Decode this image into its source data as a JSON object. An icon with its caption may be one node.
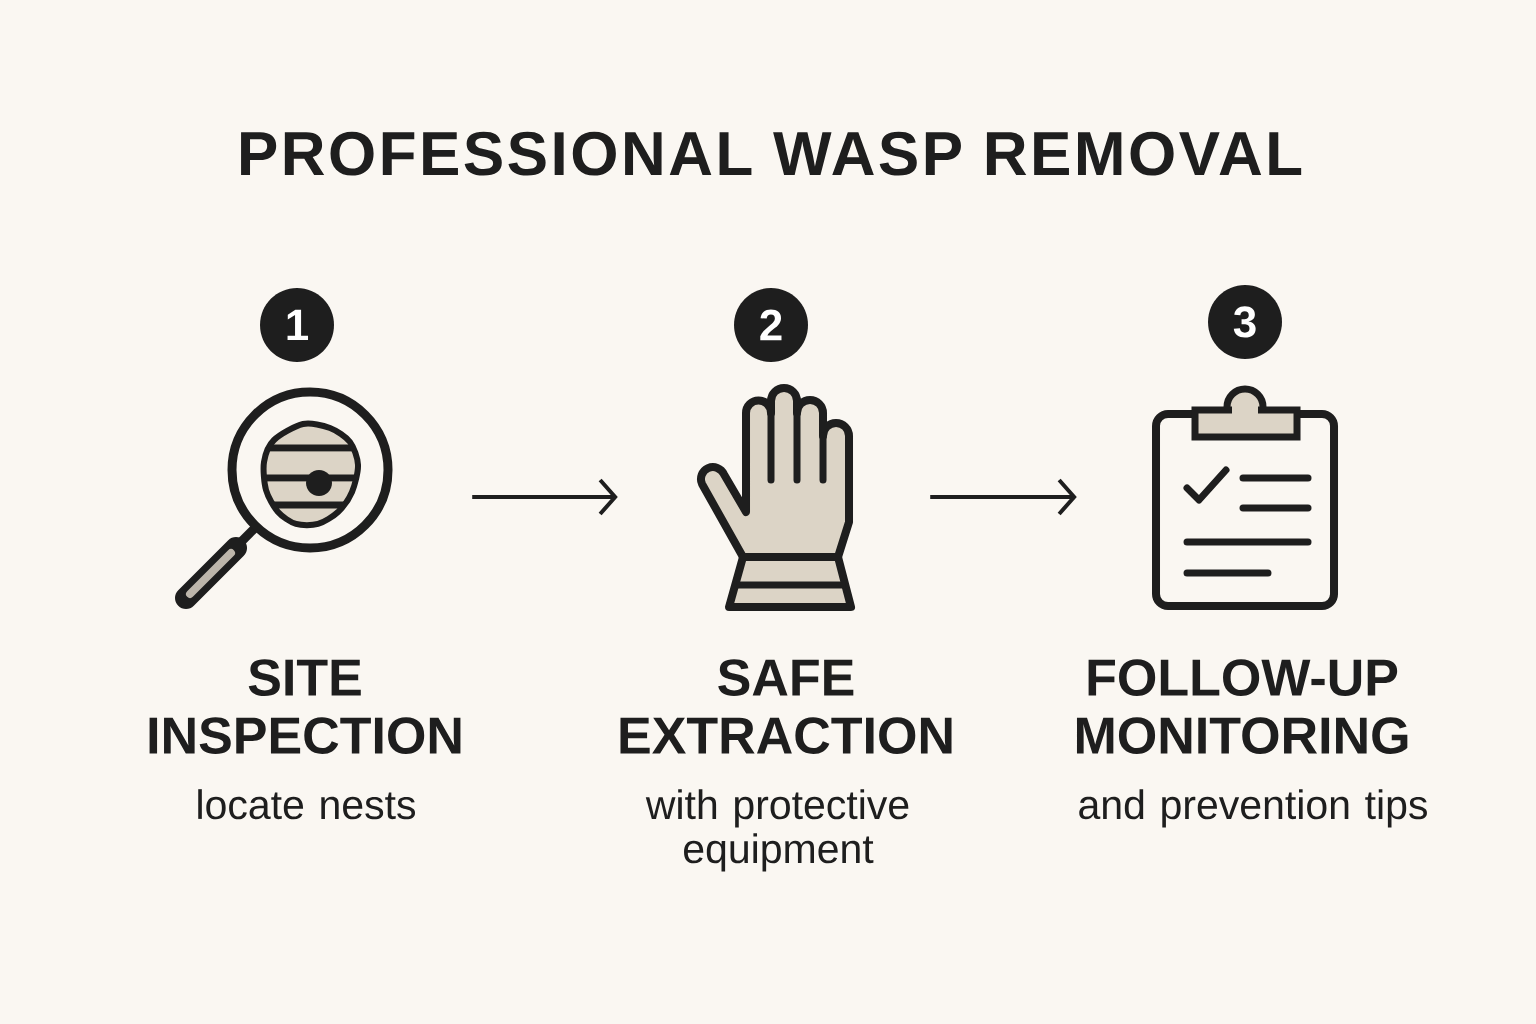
{
  "diagram": {
    "title": "PROFESSIONAL WASP REMOVAL",
    "nodes": [
      {
        "text": [
          "1"
        ]
      },
      {
        "text": [],
        "shape": "picture",
        "beside": [
          "SITE INSPECTION",
          "locate nests"
        ]
      },
      {
        "text": [
          "2"
        ]
      },
      {
        "text": [],
        "shape": "picture",
        "beside": [
          "SAFE EXTRACTION",
          "with protective equipment"
        ]
      },
      {
        "text": [
          "3"
        ]
      },
      {
        "text": [],
        "shape": "picture",
        "beside": [
          "FOLLOW-UP MONITORING",
          "and prevention tips"
        ]
      }
    ],
    "edges": [
      {
        "from": 1,
        "to": 3,
        "arrow": "to"
      },
      {
        "from": 3,
        "to": 5,
        "arrow": "to"
      }
    ]
  }
}
